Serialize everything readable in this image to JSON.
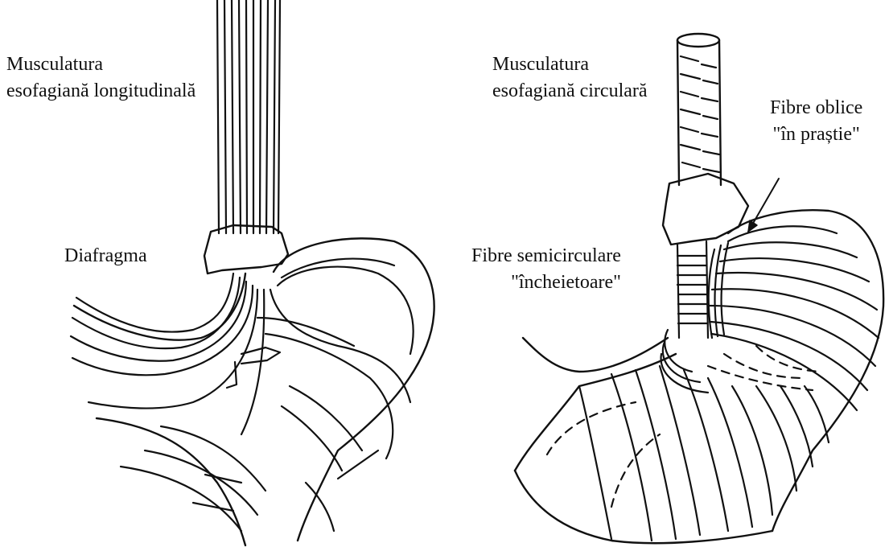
{
  "labels": {
    "left_muscle": {
      "line1": "Musculatura",
      "line2": "esofagiană longitudinală"
    },
    "diaphragm": "Diafragma",
    "right_muscle": {
      "line1": "Musculatura",
      "line2": "esofagiană circulară"
    },
    "oblique": {
      "line1": "Fibre oblice",
      "line2": "\"în praștie\""
    },
    "semicircular": {
      "line1": "Fibre semicirculare",
      "line2": "\"încheietoare\""
    }
  },
  "colors": {
    "ink": "#111111",
    "background": "#ffffff"
  }
}
